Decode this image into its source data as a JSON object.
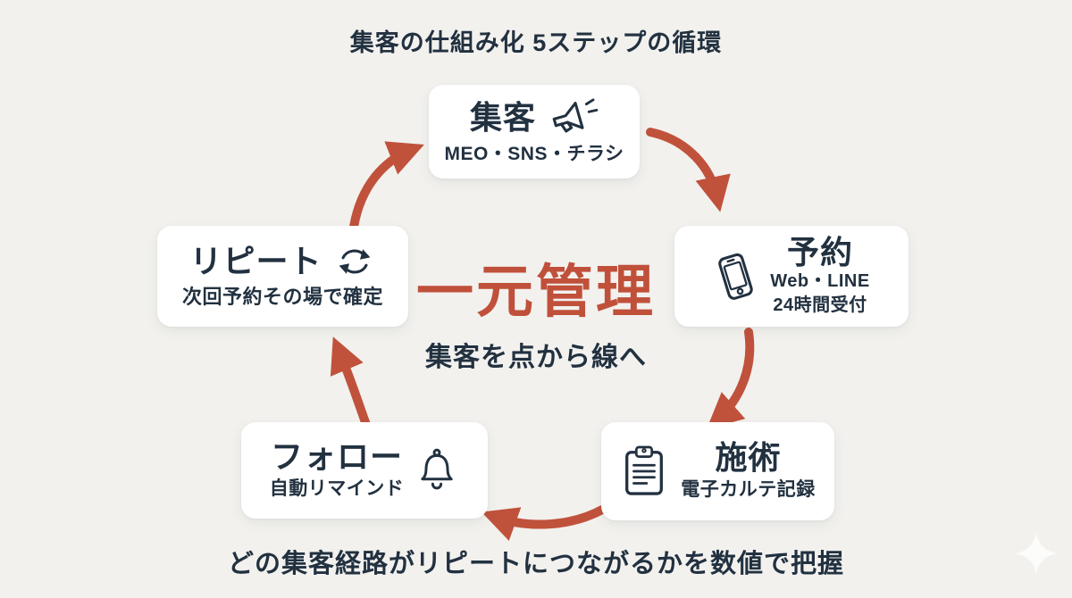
{
  "title": "集客の仕組み化 5ステップの循環",
  "center": {
    "title": "一元管理",
    "subtitle": "集客を点から線へ"
  },
  "steps": [
    {
      "label": "集客",
      "icon": "megaphone-icon",
      "subs": [
        "MEO・SNS・チラシ"
      ]
    },
    {
      "label": "予約",
      "icon": "smartphone-icon",
      "subs": [
        "Web・LINE",
        "24時間受付"
      ]
    },
    {
      "label": "施術",
      "icon": "clipboard-icon",
      "subs": [
        "電子カルテ記録"
      ]
    },
    {
      "label": "フォロー",
      "icon": "bell-icon",
      "subs": [
        "自動リマインド"
      ]
    },
    {
      "label": "リピート",
      "icon": "refresh-icon",
      "subs": [
        "次回予約その場で確定"
      ]
    }
  ],
  "footer": "どの集客経路がリピートにつながるかを数値で把握",
  "colors": {
    "accent": "#c0523c",
    "navy": "#223140",
    "background": "#f2f1ee",
    "card": "#ffffff",
    "sparkle": "#fcfcfa"
  }
}
